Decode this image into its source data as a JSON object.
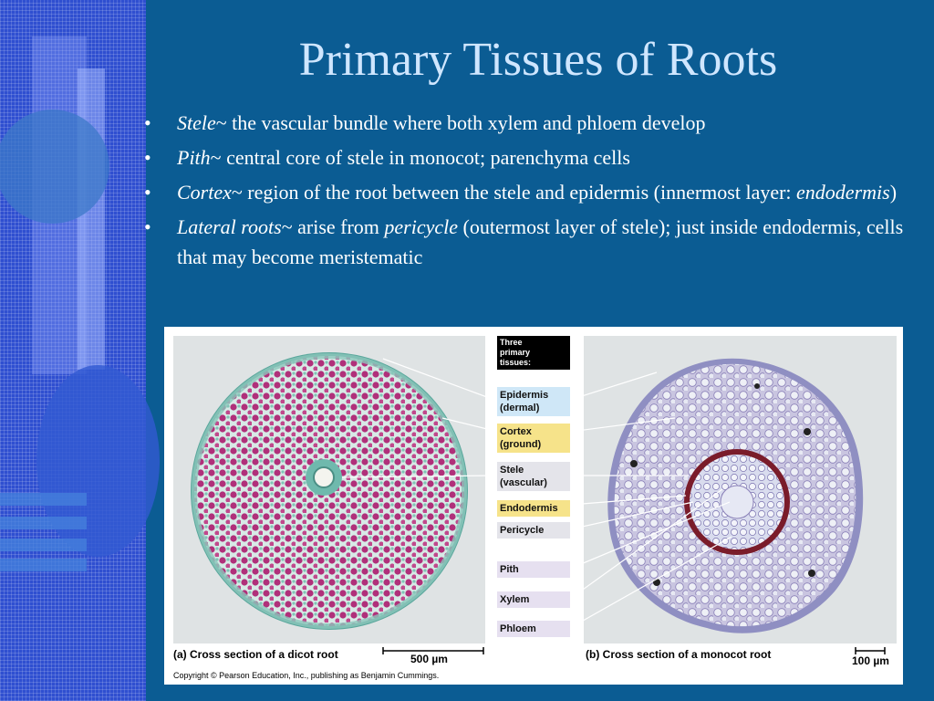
{
  "slide": {
    "title": "Primary Tissues of Roots",
    "bullets": [
      {
        "term": "Stele",
        "sep": "~ ",
        "text": "the vascular bundle where both xylem and phloem develop"
      },
      {
        "term": "Pith",
        "sep": "~ ",
        "text": "central core of stele in monocot; parenchyma cells"
      },
      {
        "term": "Cortex",
        "sep": "~ ",
        "text": "region of the root between the stele and epidermis (innermost layer: ",
        "term2": "endodermis",
        "text2": ")"
      },
      {
        "term": "Lateral roots",
        "sep": "~ ",
        "text": "arise from ",
        "term2": "pericycle",
        "text2": " (outermost layer of stele); just inside endodermis, cells that may become meristematic"
      }
    ],
    "bullet_glyph": "•"
  },
  "figure": {
    "heading": [
      "Three",
      "primary",
      "tissues:"
    ],
    "labels": {
      "epidermis": [
        "Epidermis",
        "(dermal)"
      ],
      "cortex": [
        "Cortex",
        "(ground)"
      ],
      "stele": [
        "Stele",
        "(vascular)"
      ],
      "endodermis": "Endodermis",
      "pericycle": "Pericycle",
      "pith": "Pith",
      "xylem": "Xylem",
      "phloem": "Phloem"
    },
    "caption_a": "(a) Cross section of a dicot root",
    "caption_b": "(b) Cross section of a monocot root",
    "scale_a": "500 µm",
    "scale_b": "100 µm",
    "copyright": "Copyright © Pearson Education, Inc., publishing as Benjamin Cummings."
  }
}
